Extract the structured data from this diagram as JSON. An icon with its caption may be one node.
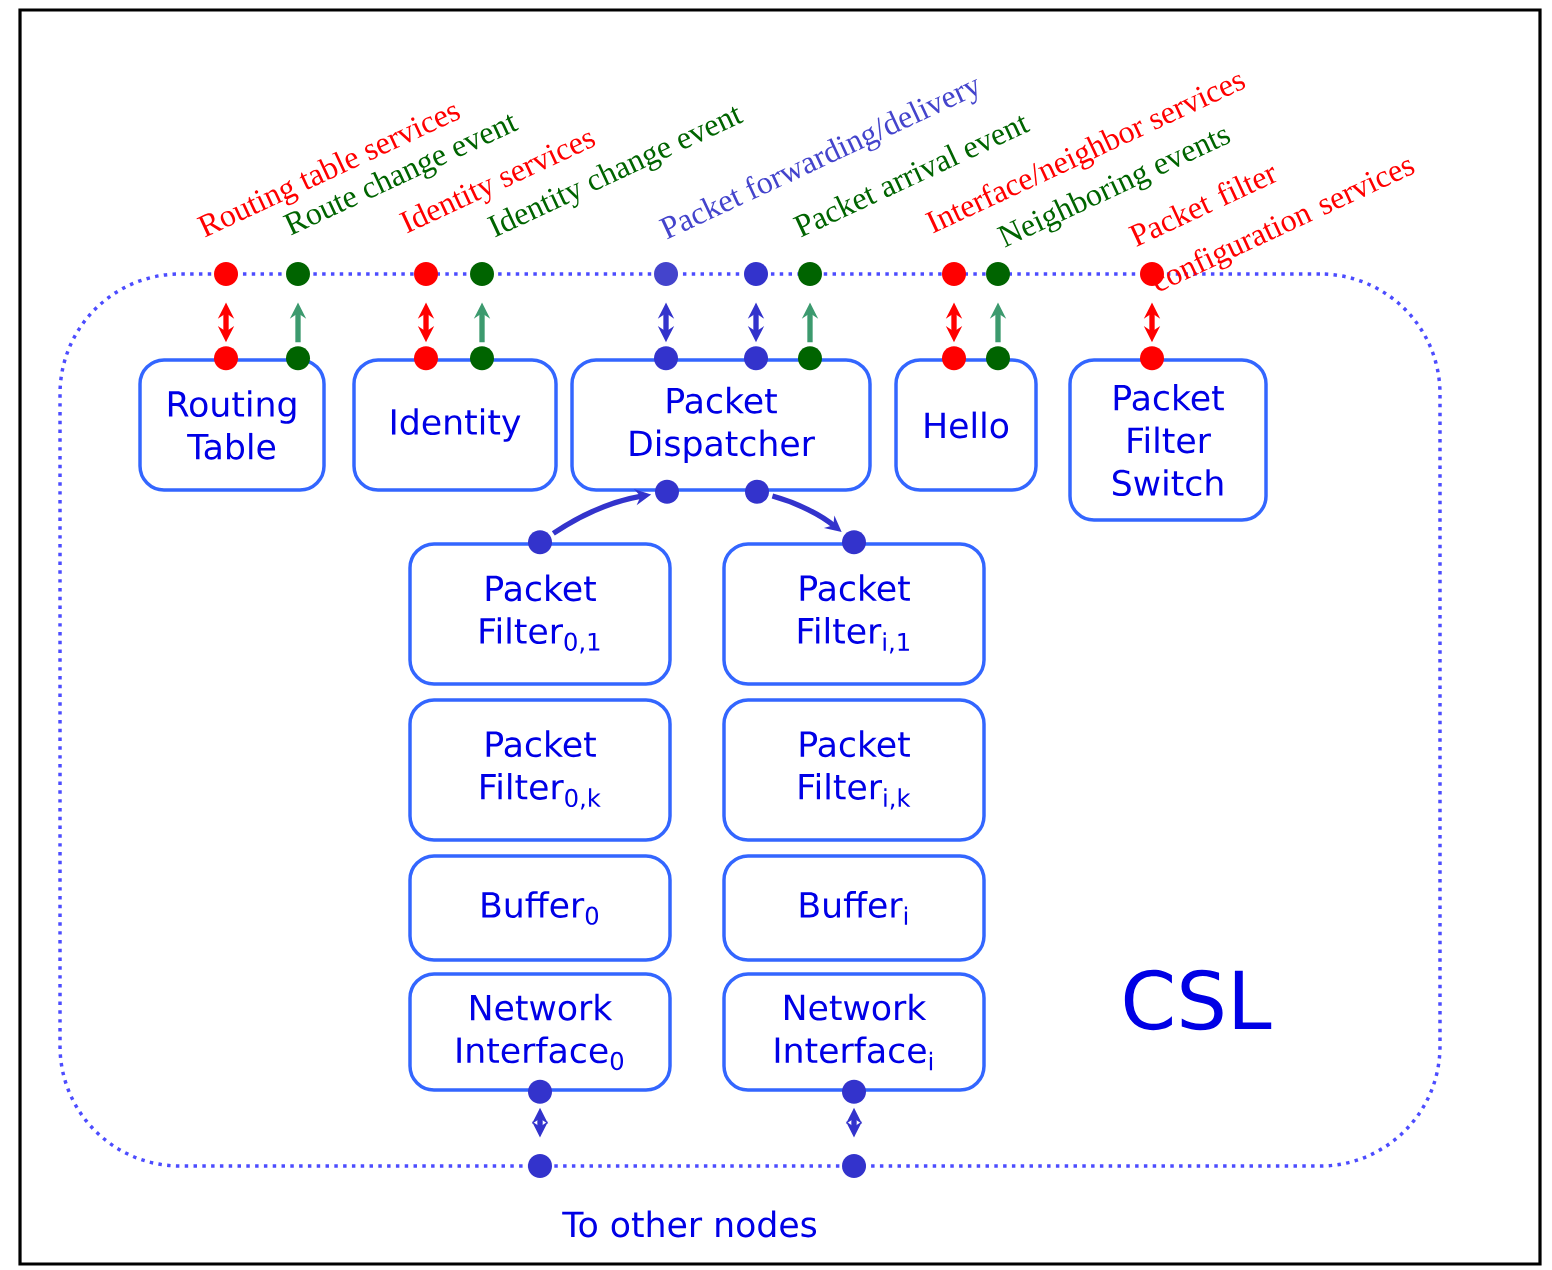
{
  "diagram": {
    "nodes": [
      {
        "text": [
          "CSL"
        ]
      },
      {
        "text": [
          "Routing table services"
        ]
      },
      {
        "text": [
          "Route change event"
        ]
      },
      {
        "text": [
          "Identity services"
        ]
      },
      {
        "text": [
          "Identity change event"
        ]
      },
      {
        "text": [
          "Packet forwarding/delivery"
        ]
      },
      {
        "text": [],
        "shape": "circle"
      },
      {
        "text": [
          "Packet arrival event"
        ]
      },
      {
        "text": [
          "Interface/neighbor services"
        ]
      },
      {
        "text": [
          "Neighboring events"
        ]
      },
      {
        "text": [
          "Packet filter configuration services"
        ]
      },
      {
        "text": [
          "Routing Table"
        ],
        "in": 0
      },
      {
        "text": [
          "Identity"
        ],
        "in": 0
      },
      {
        "text": [
          "Packet Dispatcher"
        ],
        "in": 0
      },
      {
        "text": [
          "Hello"
        ],
        "in": 0
      },
      {
        "text": [
          "Packet Filter Switch"
        ],
        "in": 0
      },
      {
        "text": [
          "Packet Filter$_{0,1}$"
        ],
        "in": 0
      },
      {
        "text": [
          "Packet Filter$_{i,1}$"
        ],
        "in": 0
      },
      {
        "text": [
          "Packet Filter$_{0,k}$"
        ],
        "in": 0
      },
      {
        "text": [
          "Packet Filter$_{i,k}$"
        ],
        "in": 0
      },
      {
        "text": [
          "Buffer$_{0}$"
        ],
        "in": 0
      },
      {
        "text": [
          "Buffer$_{i}$"
        ],
        "in": 0
      },
      {
        "text": [
          "Network Interface$_{0}$"
        ],
        "in": 0
      },
      {
        "text": [
          "Network Interface$_{i}$"
        ],
        "in": 0
      },
      {
        "text": [],
        "shape": "circle"
      },
      {
        "text": [],
        "shape": "circle"
      }
    ],
    "edges": [
      {
        "from": 1,
        "to": 11,
        "arrow": "both",
        "color": "#ff0000"
      },
      {
        "from": 11,
        "to": 2,
        "arrow": "to",
        "color": "#3c9a6e"
      },
      {
        "from": 3,
        "to": 12,
        "arrow": "both",
        "color": "#ff0000"
      },
      {
        "from": 12,
        "to": 4,
        "arrow": "to",
        "color": "#3c9a6e"
      },
      {
        "from": 5,
        "to": 13,
        "arrow": "both"
      },
      {
        "from": 6,
        "to": 13,
        "arrow": "both"
      },
      {
        "from": 13,
        "to": 7,
        "arrow": "to",
        "color": "#3c9a6e"
      },
      {
        "from": 8,
        "to": 14,
        "arrow": "both",
        "color": "#ff0000"
      },
      {
        "from": 14,
        "to": 9,
        "arrow": "to",
        "color": "#3c9a6e"
      },
      {
        "from": 10,
        "to": 15,
        "arrow": "both",
        "color": "#ff0000"
      },
      {
        "from": 16,
        "to": 13,
        "arrow": "to"
      },
      {
        "from": 13,
        "to": 17,
        "arrow": "to"
      },
      {
        "from": 22,
        "to": 24,
        "arrow": "both"
      },
      {
        "from": 23,
        "to": 25,
        "arrow": "both"
      }
    ],
    "labels": [
      "To other nodes"
    ]
  }
}
